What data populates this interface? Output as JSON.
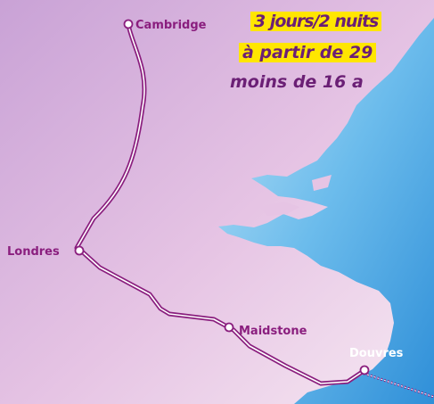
{
  "banner": {
    "line1": "3 jours/2 nuits",
    "line2": "à partir de 29",
    "line3": "moins de 16 a"
  },
  "cities": {
    "cambridge": "Cambridge",
    "londres": "Londres",
    "maidstone": "Maidstone",
    "douvres": "Douvres"
  },
  "colors": {
    "route": "#8a1e7e",
    "land_light": "#ecd0ea",
    "sea": "#3e9ee0",
    "highlight": "#ffe600"
  }
}
